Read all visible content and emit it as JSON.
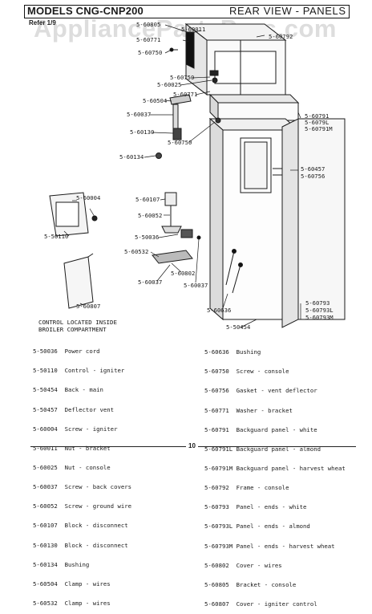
{
  "header": {
    "models": "MODELS CNG-CNP200",
    "view_title": "REAR VIEW - PANELS",
    "subhead": "Refer 1/9"
  },
  "watermark": "AppliancePartsPros.com",
  "callouts": {
    "c60805": "5-60805",
    "c60011": "5-60011",
    "c60792": "5-60792",
    "c60771a": "5-60771",
    "c60750a": "5-60750",
    "c60750b": "5-60750",
    "c60025": "5-60025",
    "c60771b": "5-60771",
    "c60504": "5-60504",
    "c60037a": "5-60037",
    "c60130": "5-60130",
    "c60750c": "5-60750",
    "c60791": "5-60791",
    "c60791l": "5-6079L",
    "c60791m": "5-60791M",
    "c60134": "5-60134",
    "c60457": "5-60457",
    "c60756": "5-60756",
    "c60004": "5-60004",
    "c50110": "5-50110",
    "c60107": "5-60107",
    "c60052": "5-60052",
    "c50036": "5-50036",
    "c60532": "5-60532",
    "c60802": "5-60802",
    "c60037b": "5-60037",
    "c60037c": "5-60037",
    "c60807": "5-60807",
    "c60636": "5-60636",
    "c60793": "5-60793",
    "c60793l": "5-60793L",
    "c60793m": "5-60793M",
    "c50454": "5-50454"
  },
  "control_caption": [
    "CONTROL LOCATED INSIDE",
    "BROILER COMPARTMENT"
  ],
  "legend_left": [
    {
      "part": "5-50036",
      "desc": "Power cord"
    },
    {
      "part": "5-50110",
      "desc": "Control - igniter"
    },
    {
      "part": "5-50454",
      "desc": "Back - main"
    },
    {
      "part": "5-50457",
      "desc": "Deflector vent"
    },
    {
      "part": "5-60004",
      "desc": "Screw - igniter"
    },
    {
      "part": "5-60011",
      "desc": "Nut - bracket"
    },
    {
      "part": "5-60025",
      "desc": "Nut - console"
    },
    {
      "part": "5-60037",
      "desc": "Screw - back covers"
    },
    {
      "part": "5-60052",
      "desc": "Screw - ground wire"
    },
    {
      "part": "5-60107",
      "desc": "Block - disconnect"
    },
    {
      "part": "5-60130",
      "desc": "Block - disconnect"
    },
    {
      "part": "5-60134",
      "desc": "Bushing"
    },
    {
      "part": "5-60504",
      "desc": "Clamp - wires"
    },
    {
      "part": "5-60532",
      "desc": "Clamp - wires"
    }
  ],
  "legend_right": [
    {
      "part": "5-60636",
      "desc": "Bushing"
    },
    {
      "part": "5-60750",
      "desc": "Screw - console"
    },
    {
      "part": "5-60756",
      "desc": "Gasket - vent deflector"
    },
    {
      "part": "5-60771",
      "desc": "Washer - bracket"
    },
    {
      "part": "5-60791",
      "desc": "Backguard panel - white"
    },
    {
      "part": "5-60791L",
      "desc": "Backguard panel - almond"
    },
    {
      "part": "5-60791M",
      "desc": "Backguard panel - harvest wheat"
    },
    {
      "part": "5-60792",
      "desc": "Frame - console"
    },
    {
      "part": "5-60793",
      "desc": "Panel - ends - white"
    },
    {
      "part": "5-60793L",
      "desc": "Panel - ends - almond"
    },
    {
      "part": "5-60793M",
      "desc": "Panel - ends - harvest wheat"
    },
    {
      "part": "5-60802",
      "desc": "Cover - wires"
    },
    {
      "part": "5-60805",
      "desc": "Bracket - console"
    },
    {
      "part": "5-60807",
      "desc": "Cover - igniter control"
    }
  ],
  "page_number": "10"
}
